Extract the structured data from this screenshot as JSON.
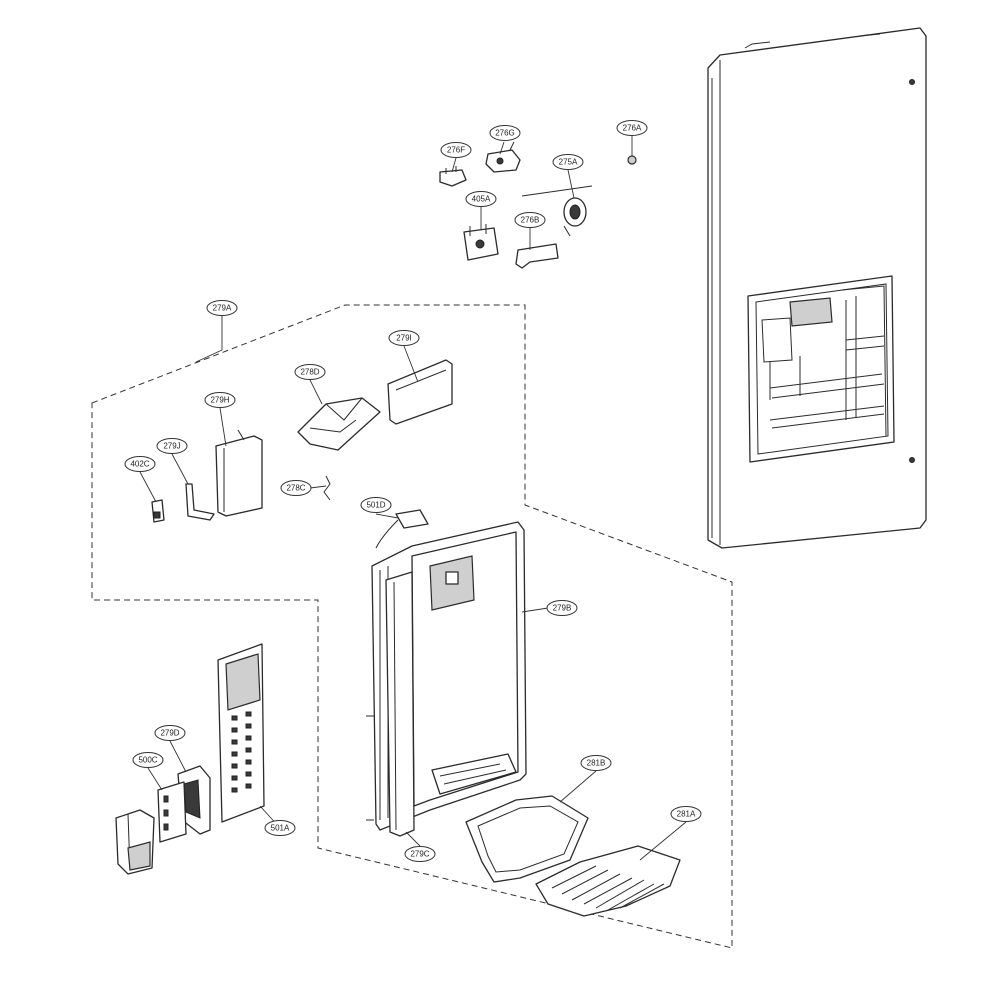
{
  "callouts": [
    {
      "id": "276A",
      "label": "276A"
    },
    {
      "id": "276F",
      "label": "276F"
    },
    {
      "id": "276G",
      "label": "276G"
    },
    {
      "id": "275A",
      "label": "275A"
    },
    {
      "id": "405A",
      "label": "405A"
    },
    {
      "id": "276B",
      "label": "276B"
    },
    {
      "id": "279A",
      "label": "279A"
    },
    {
      "id": "279I",
      "label": "279I"
    },
    {
      "id": "278D",
      "label": "278D"
    },
    {
      "id": "279H",
      "label": "279H"
    },
    {
      "id": "279J",
      "label": "279J"
    },
    {
      "id": "402C",
      "label": "402C"
    },
    {
      "id": "278C",
      "label": "278C"
    },
    {
      "id": "501D",
      "label": "501D"
    },
    {
      "id": "279B",
      "label": "279B"
    },
    {
      "id": "281B",
      "label": "281B"
    },
    {
      "id": "281A",
      "label": "281A"
    },
    {
      "id": "279D",
      "label": "279D"
    },
    {
      "id": "500C",
      "label": "500C"
    },
    {
      "id": "501A",
      "label": "501A"
    },
    {
      "id": "279C",
      "label": "279C"
    }
  ],
  "colors": {
    "line": "#2b2b2b",
    "background": "#ffffff"
  }
}
